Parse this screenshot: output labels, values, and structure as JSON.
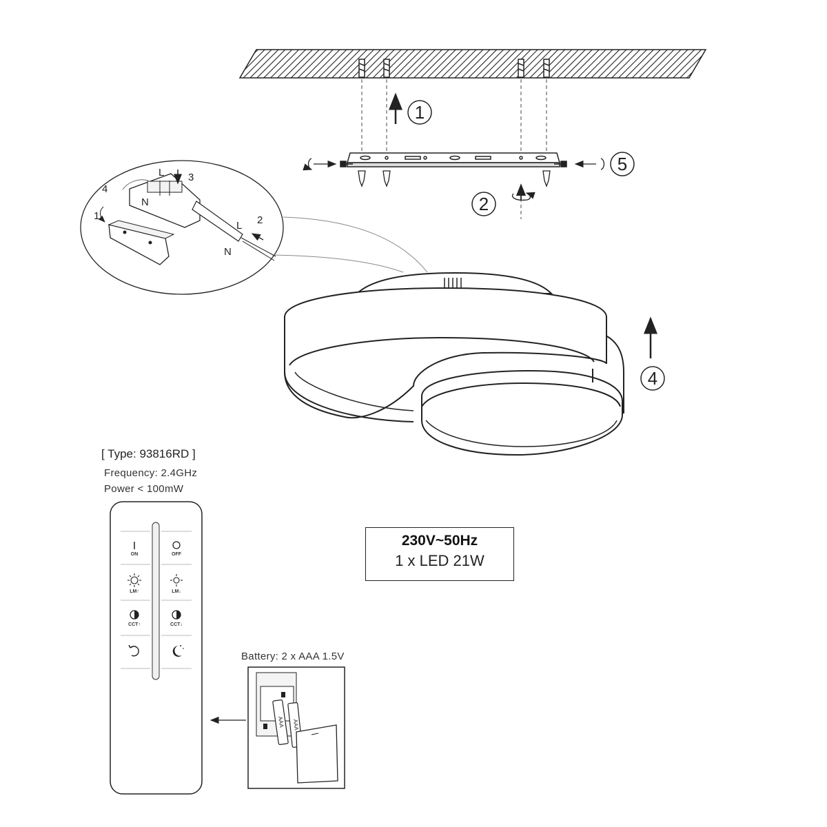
{
  "steps": [
    "1",
    "2",
    "3",
    "4",
    "5"
  ],
  "wiring_detail": {
    "labels": {
      "L_top": "L",
      "N_top": "N",
      "L_wire": "L",
      "N_wire": "N"
    },
    "sub_steps": [
      "1",
      "2",
      "3",
      "4"
    ]
  },
  "remote": {
    "type_label": "[ Type: 93816RD ]",
    "frequency": "Frequency: 2.4GHz",
    "power": "Power < 100mW",
    "buttons": [
      {
        "icon": "power-on-icon",
        "label": "ON"
      },
      {
        "icon": "power-off-icon",
        "label": "OFF"
      },
      {
        "icon": "brightness-up-icon",
        "label": "LM↑"
      },
      {
        "icon": "brightness-down-icon",
        "label": "LM↓"
      },
      {
        "icon": "color-temp-up-icon",
        "label": "CCT↑"
      },
      {
        "icon": "color-temp-down-icon",
        "label": "CCT↓"
      },
      {
        "icon": "cycle-icon",
        "label": ""
      },
      {
        "icon": "night-mode-icon",
        "label": ""
      }
    ]
  },
  "battery": {
    "label": "Battery: 2 x AAA 1.5V",
    "cell_marking": "AAA"
  },
  "rating": {
    "voltage": "230V~50Hz",
    "led": "1 x LED 21W"
  }
}
